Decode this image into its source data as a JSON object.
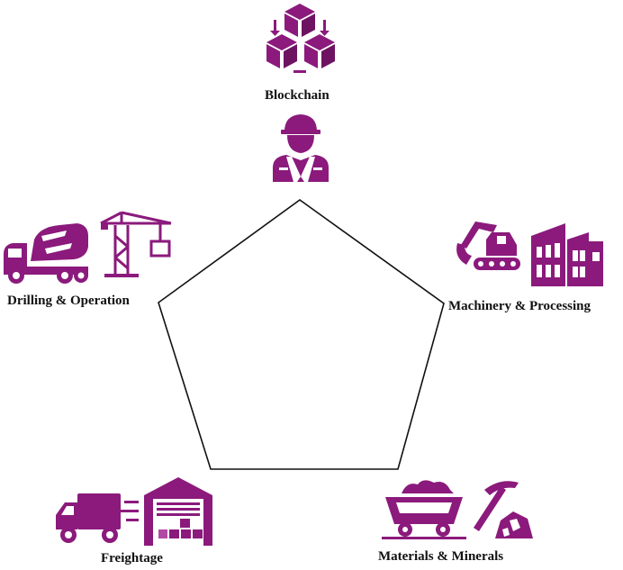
{
  "colors": {
    "icon": "#8b1a7c",
    "line": "#111111",
    "text": "#111111",
    "background": "#ffffff"
  },
  "nodes": {
    "top": {
      "label": "Blockchain",
      "icons": [
        "blockchain-cubes-icon",
        "construction-worker-icon"
      ]
    },
    "left": {
      "label": "Drilling & Operation",
      "icons": [
        "cement-mixer-truck-icon",
        "tower-crane-icon"
      ]
    },
    "right": {
      "label": "Machinery & Processing",
      "icons": [
        "excavator-icon",
        "factory-icon"
      ]
    },
    "bottom_left": {
      "label": "Freightage",
      "icons": [
        "delivery-truck-icon",
        "warehouse-icon"
      ]
    },
    "bottom_right": {
      "label": "Materials & Minerals",
      "icons": [
        "mine-cart-icon",
        "pickaxe-ore-icon"
      ]
    }
  }
}
